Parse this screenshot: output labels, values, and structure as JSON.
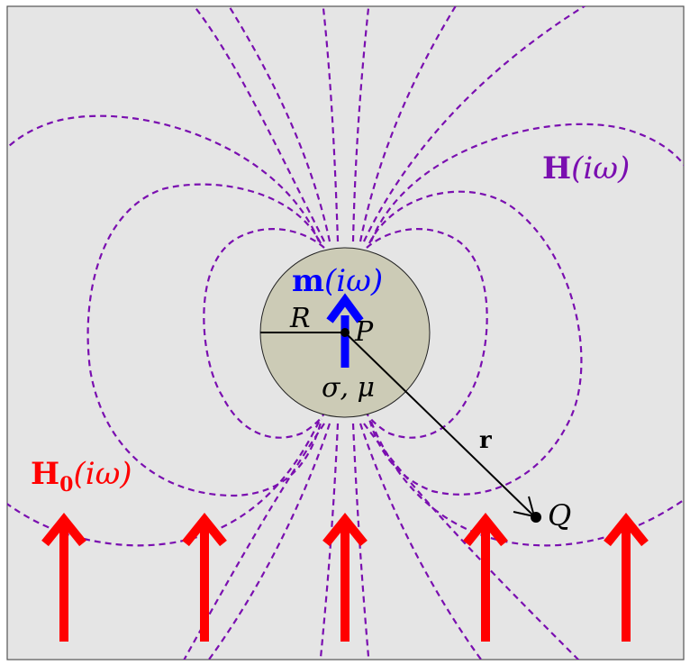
{
  "colors": {
    "background": "#e5e5e5",
    "sphere_fill": "#cccbb6",
    "field_lines": "#7a0fb0",
    "moment": "#0000ff",
    "primary_field": "#ff0000",
    "vector_r": "#000000"
  },
  "labels": {
    "H_label_bold": "H",
    "H_label_arg": "(iω)",
    "H0_label_bold": "H",
    "H0_label_sub": "0",
    "H0_label_arg": "(iω)",
    "m_label_bold": "m",
    "m_label_arg": "(iω)",
    "radius": "R",
    "center_point": "P",
    "material": "σ, μ",
    "vector": "r",
    "observation_point": "Q"
  },
  "primary_field_arrows": 5
}
